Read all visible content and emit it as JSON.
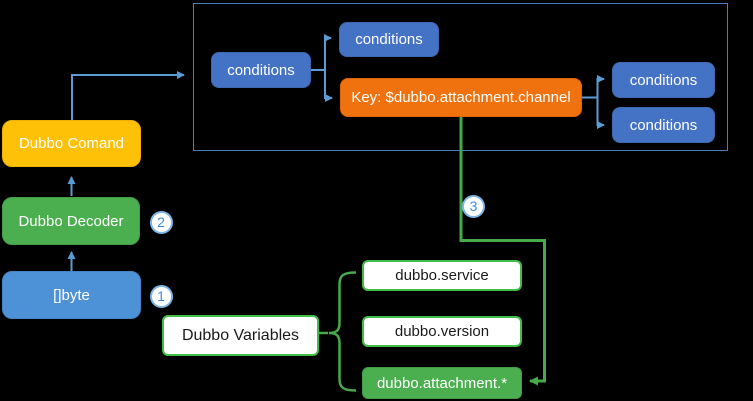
{
  "diagram": {
    "panel_nodes": {
      "condition_root": "conditions",
      "condition_top": "conditions",
      "key_node": "Key: $dubbo.attachment.channel",
      "condition_right_top": "conditions",
      "condition_right_bottom": "conditions"
    },
    "pipeline": {
      "command": "Dubbo Comand",
      "decoder": "Dubbo Decoder",
      "bytes": "[]byte"
    },
    "variables": {
      "title": "Dubbo Variables",
      "items": [
        "dubbo.service",
        "dubbo.version",
        "dubbo.attachment.*"
      ]
    },
    "steps": [
      "1",
      "2",
      "3"
    ],
    "colors": {
      "condition_blue": "#4472C4",
      "byte_blue": "#4D92D6",
      "command_yellow": "#FFC008",
      "decoder_green": "#4BAE4F",
      "key_orange": "#F0720E",
      "connector_blue": "#5B9BD5",
      "connector_green": "#46A94B",
      "panel_border_blue": "#4A7EBB",
      "variable_border_green": "#3FBE44"
    }
  }
}
